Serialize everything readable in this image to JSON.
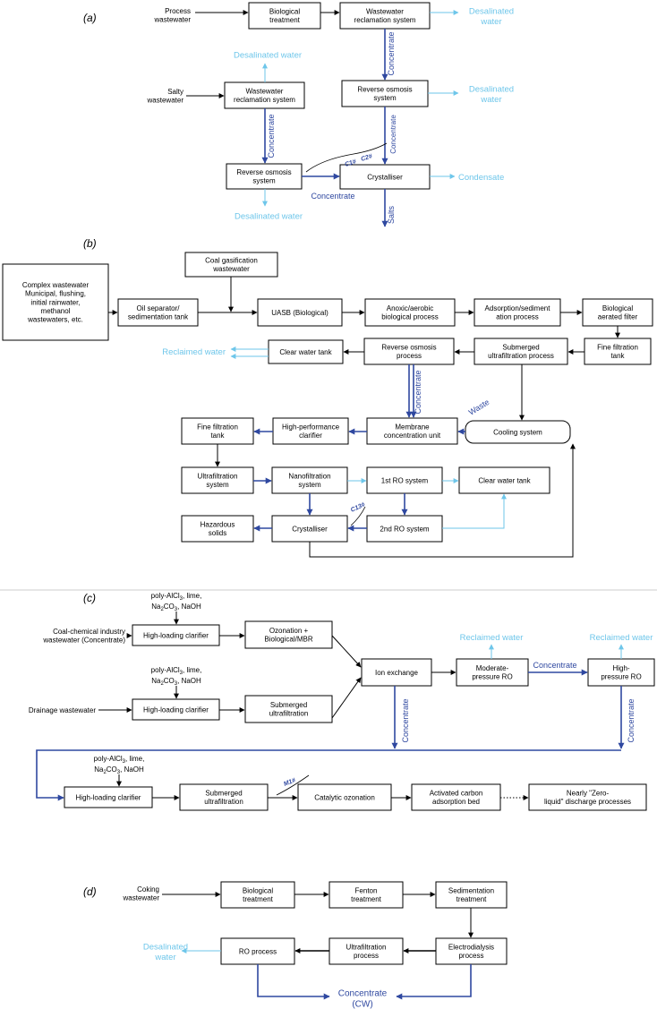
{
  "panels": {
    "a": "(a)",
    "b": "(b)",
    "c": "(c)",
    "d": "(d)"
  },
  "a": {
    "process_wastewater": [
      "Process",
      "wastewater"
    ],
    "salty_wastewater": [
      "Salty",
      "wastewater"
    ],
    "bio": [
      "Biological",
      "treatment"
    ],
    "wrs1": [
      "Wastewater",
      "reclamation system"
    ],
    "wrs2": [
      "Wastewater",
      "reclamation system"
    ],
    "ro1": [
      "Reverse osmosis",
      "system"
    ],
    "ro2": [
      "Reverse osmosis",
      "system"
    ],
    "cryst": [
      "Crystalliser"
    ],
    "desal_top": [
      "Desalinated",
      "water"
    ],
    "desal_mid": [
      "Desalinated water"
    ],
    "desal_ro1": [
      "Desalinated",
      "water"
    ],
    "desal_bottom": [
      "Desalinated water"
    ],
    "condensate": "Condensate",
    "concentrate": "Concentrate",
    "salts": "Salts",
    "c1": "C1#",
    "c2": "C2#"
  },
  "b": {
    "complex": [
      "Complex wastewater",
      "Municipal, flushing,",
      "initial rainwater,",
      "methanol",
      "wastewaters, etc."
    ],
    "coalgas": [
      "Coal gasification",
      "wastewater"
    ],
    "oil": [
      "Oil separator/",
      "sedimentation tank"
    ],
    "uasb": [
      "UASB (Biological)"
    ],
    "anoxic": [
      "Anoxic/aerobic",
      "biological process"
    ],
    "adsorb": [
      "Adsorption/sediment",
      "ation process"
    ],
    "baf": [
      "Biological",
      "aerated filter"
    ],
    "fft1": [
      "Fine filtration",
      "tank"
    ],
    "suf": [
      "Submerged",
      "ultrafiltration process"
    ],
    "ro": [
      "Reverse osmosis",
      "process"
    ],
    "cwt1": [
      "Clear water tank"
    ],
    "reclaimed": "Reclaimed water",
    "mcu": [
      "Membrane",
      "concentration unit"
    ],
    "cooling": [
      "Cooling system"
    ],
    "hpc": [
      "High-performance",
      "clarifier"
    ],
    "fft2": [
      "Fine filtration",
      "tank"
    ],
    "uf": [
      "Ultrafiltration",
      "system"
    ],
    "nf": [
      "Nanofiltration",
      "system"
    ],
    "ro1st": [
      "1st RO system"
    ],
    "cwt2": [
      "Clear water tank"
    ],
    "ro2nd": [
      "2nd RO system"
    ],
    "cryst": [
      "Crystalliser"
    ],
    "haz": [
      "Hazardous",
      "solids"
    ],
    "concentrate": "Concentrate",
    "waste": "Waste",
    "c13": "C13#"
  },
  "c": {
    "chem1": [
      "poly-AlCl",
      "3",
      ", lime,"
    ],
    "chem2": [
      "Na",
      "2",
      "CO",
      "3",
      ", NaOH"
    ],
    "coalchem": [
      "Coal-chemical industry",
      "wastewater (Concentrate)"
    ],
    "drainage": [
      "Drainage wastewater"
    ],
    "hlc": [
      "High-loading clarifier"
    ],
    "ozbio": [
      "Ozonation +",
      "Biological/MBR"
    ],
    "suf": [
      "Submerged",
      "ultrafiltration"
    ],
    "ionx": [
      "Ion exchange"
    ],
    "mpro": [
      "Moderate-",
      "pressure RO"
    ],
    "hpro": [
      "High-",
      "pressure RO"
    ],
    "reclaimed": "Reclaimed water",
    "concentrate": "Concentrate",
    "catoz": [
      "Catalytic ozonation"
    ],
    "acab": [
      "Activated carbon",
      "adsorption bed"
    ],
    "zld": [
      "Nearly \"Zero-",
      "liquid\" discharge processes"
    ],
    "m1": "M1#"
  },
  "d": {
    "coking": [
      "Coking",
      "wastewater"
    ],
    "bio": [
      "Biological",
      "treatment"
    ],
    "fenton": [
      "Fenton",
      "treatment"
    ],
    "sed": [
      "Sedimentation",
      "treatment"
    ],
    "ed": [
      "Electrodialysis",
      "process"
    ],
    "uf": [
      "Ultrafiltration",
      "process"
    ],
    "ro": [
      "RO process"
    ],
    "desal": [
      "Desalinated",
      "water"
    ],
    "conc": [
      "Concentrate",
      "(CW)"
    ]
  },
  "colors": {
    "black": "#000000",
    "dark": "#2f48a0",
    "light": "#6ec6ea",
    "divider": "#cccccc"
  }
}
